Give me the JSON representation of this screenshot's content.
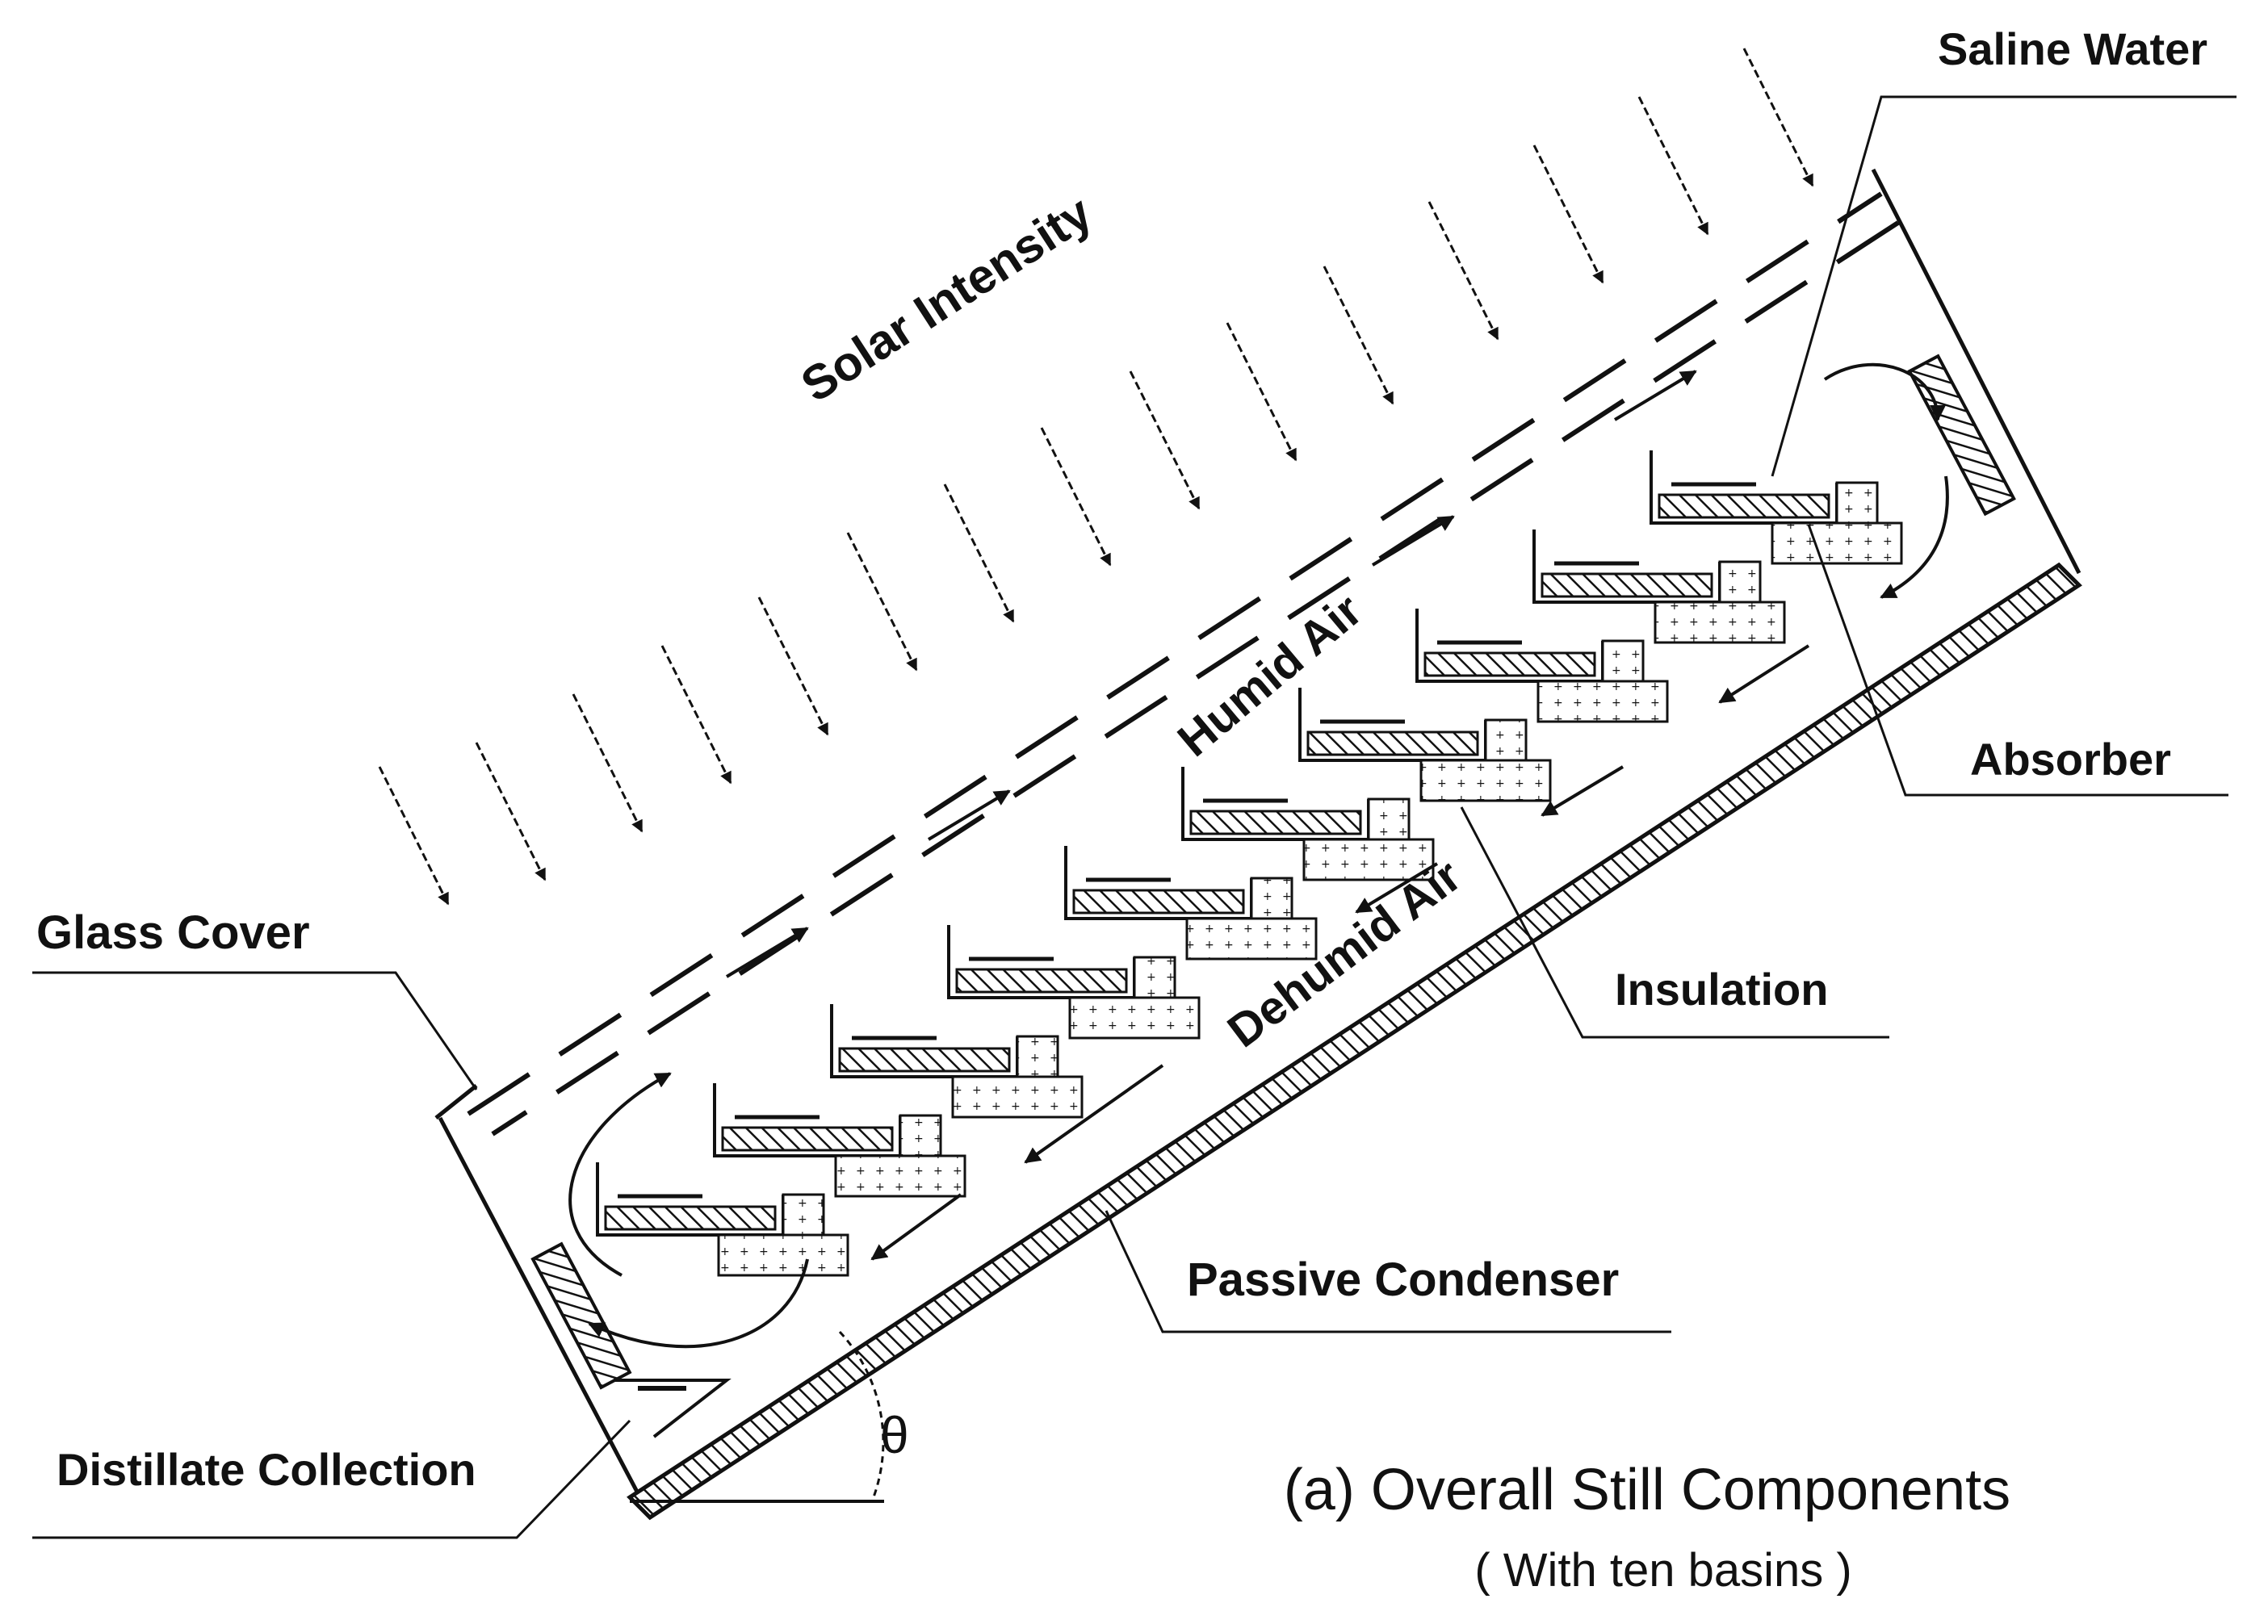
{
  "labels": {
    "saline_water": "Saline Water",
    "solar_intensity": "Solar Intensity",
    "humid_air": "Humid Air",
    "absorber": "Absorber",
    "glass_cover": "Glass Cover",
    "insulation": "Insulation",
    "dehumid_air": "Dehumid Air",
    "passive_condenser": "Passive Condenser",
    "distillate_collection": "Distillate Collection",
    "angle_symbol": "θ"
  },
  "caption": {
    "title": "(a) Overall Still Components",
    "subtitle": "( With ten basins )"
  },
  "colors": {
    "ink": "#111111",
    "background": "#ffffff"
  }
}
